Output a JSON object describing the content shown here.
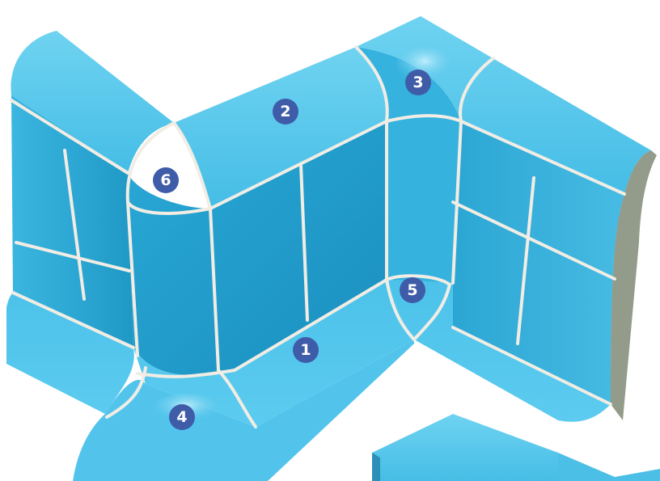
{
  "colors": {
    "tile_light": "#5bc8ea",
    "tile_mid": "#2fb0db",
    "tile_dark": "#1d93c0",
    "grout": "#f1ede4",
    "edge": "#7a8a55",
    "marker_fill": "#3f5ca8",
    "marker_text": "#ffffff"
  },
  "markers": [
    {
      "id": "1",
      "label": "1"
    },
    {
      "id": "2",
      "label": "2"
    },
    {
      "id": "3",
      "label": "3"
    },
    {
      "id": "4",
      "label": "4"
    },
    {
      "id": "5",
      "label": "5"
    },
    {
      "id": "6",
      "label": "6"
    }
  ]
}
